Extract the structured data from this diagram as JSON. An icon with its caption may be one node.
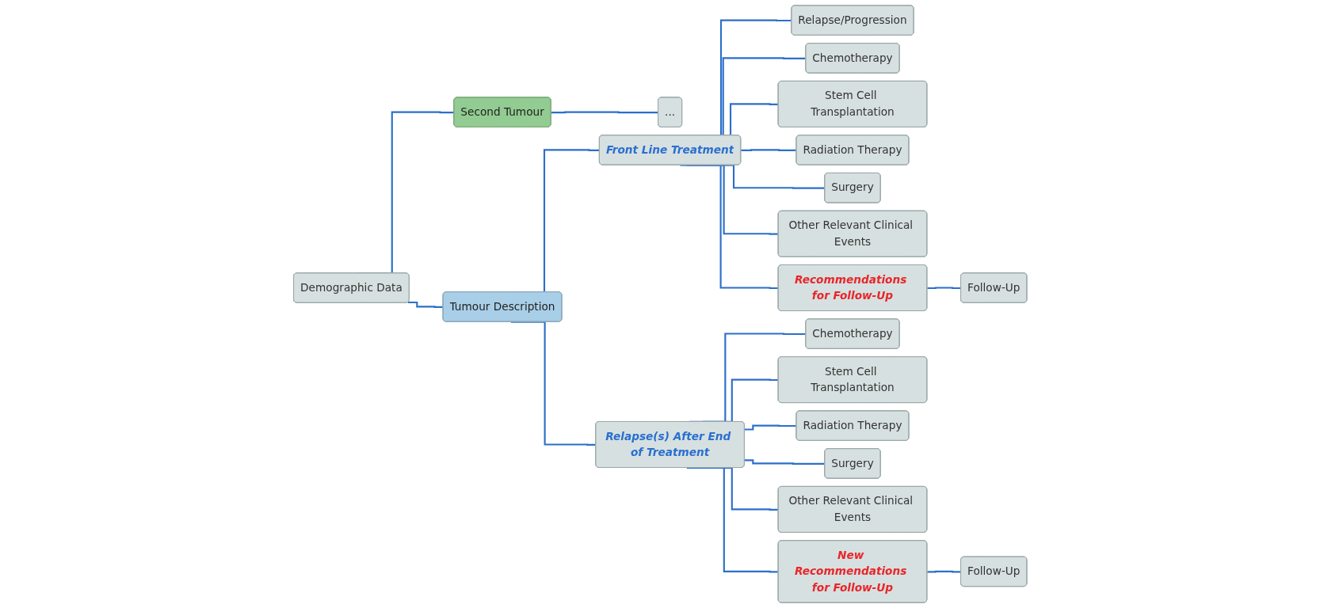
{
  "diagram": {
    "nodes": [
      {
        "text": [
          "Demographic Data"
        ]
      },
      {
        "text": [
          "Tumour Description"
        ]
      },
      {
        "text": [
          "Second Tumour"
        ]
      },
      {
        "text": [
          "..."
        ]
      },
      {
        "text": [
          "Front Line Treatment"
        ]
      },
      {
        "text": [
          "Relapse/Progression"
        ]
      },
      {
        "text": [
          "Chemotherapy"
        ]
      },
      {
        "text": [
          "Stem Cell Transplantation"
        ]
      },
      {
        "text": [
          "Radiation Therapy"
        ]
      },
      {
        "text": [
          "Surgery"
        ]
      },
      {
        "text": [
          "Other Relevant Clinical Events"
        ]
      },
      {
        "text": [
          "Recommendations for Follow-Up"
        ]
      },
      {
        "text": [
          "Follow-Up"
        ]
      },
      {
        "text": [
          "Relapse(s) After End of Treatment"
        ]
      },
      {
        "text": [
          "Chemotherapy"
        ]
      },
      {
        "text": [
          "Stem Cell Transplantation"
        ]
      },
      {
        "text": [
          "Radiation Therapy"
        ]
      },
      {
        "text": [
          "Surgery"
        ]
      },
      {
        "text": [
          "Other Relevant Clinical Events"
        ]
      },
      {
        "text": [
          "New Recommendations for Follow-Up"
        ]
      },
      {
        "text": [
          "Follow-Up"
        ]
      }
    ],
    "edges": [
      {
        "from": 0,
        "to": 1,
        "arrow": "none"
      },
      {
        "from": 0,
        "to": 2,
        "arrow": "none"
      },
      {
        "from": 2,
        "to": 3,
        "arrow": "none"
      },
      {
        "from": 1,
        "to": 4,
        "arrow": "none"
      },
      {
        "from": 1,
        "to": 13,
        "arrow": "none"
      },
      {
        "from": 4,
        "to": 5,
        "arrow": "none"
      },
      {
        "from": 4,
        "to": 6,
        "arrow": "none"
      },
      {
        "from": 4,
        "to": 7,
        "arrow": "none"
      },
      {
        "from": 4,
        "to": 8,
        "arrow": "none"
      },
      {
        "from": 4,
        "to": 9,
        "arrow": "none"
      },
      {
        "from": 4,
        "to": 10,
        "arrow": "none"
      },
      {
        "from": 4,
        "to": 11,
        "arrow": "none"
      },
      {
        "from": 11,
        "to": 12,
        "arrow": "none"
      },
      {
        "from": 13,
        "to": 14,
        "arrow": "none"
      },
      {
        "from": 13,
        "to": 15,
        "arrow": "none"
      },
      {
        "from": 13,
        "to": 16,
        "arrow": "none"
      },
      {
        "from": 13,
        "to": 17,
        "arrow": "none"
      },
      {
        "from": 13,
        "to": 18,
        "arrow": "none"
      },
      {
        "from": 13,
        "to": 19,
        "arrow": "none"
      },
      {
        "from": 19,
        "to": 20,
        "arrow": "none"
      }
    ]
  }
}
